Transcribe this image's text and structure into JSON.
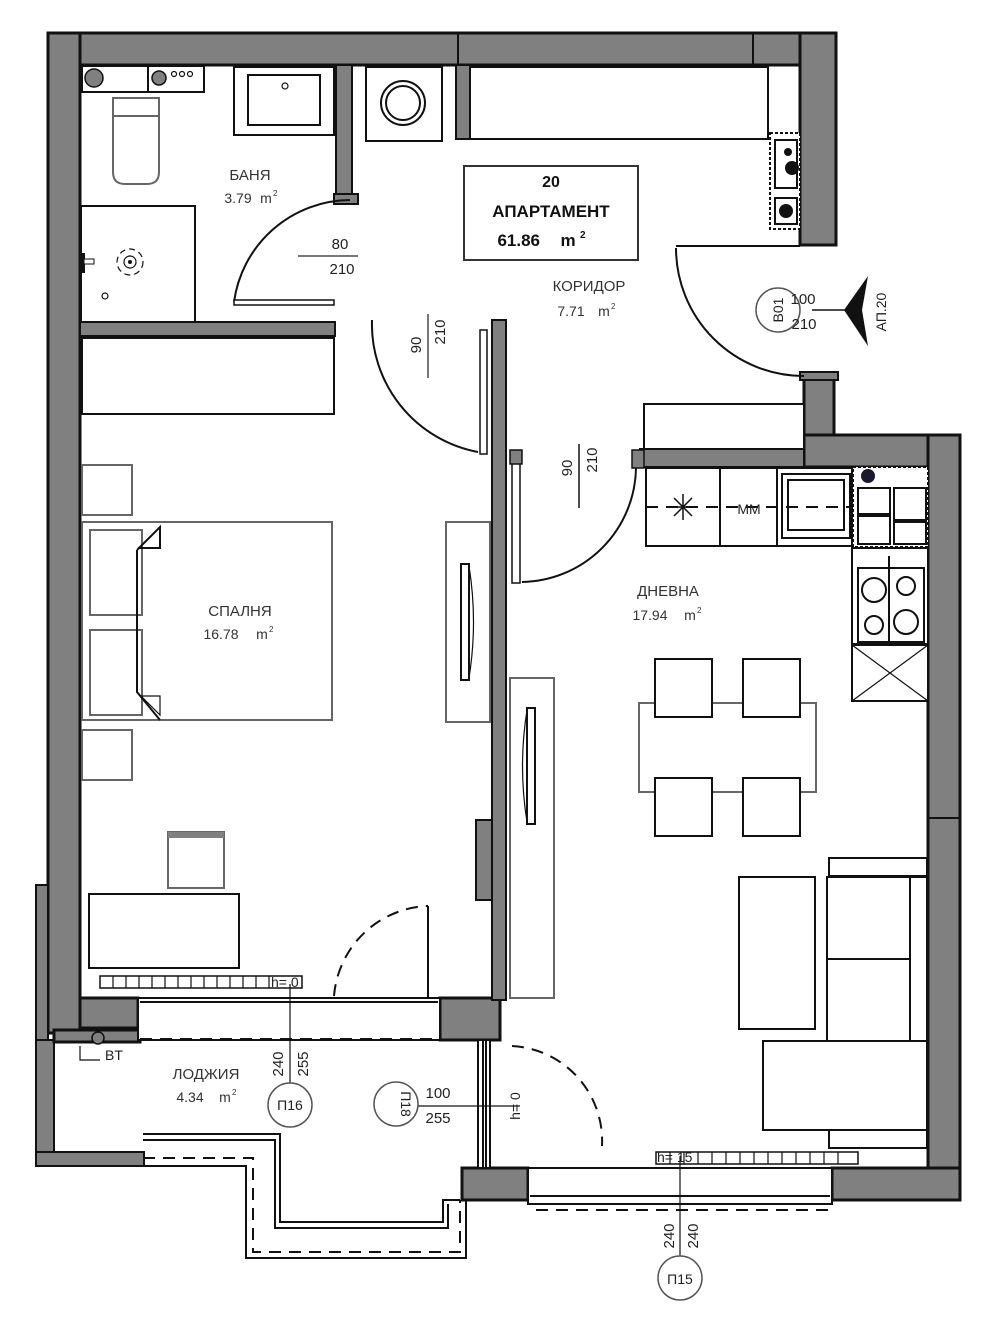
{
  "plan": {
    "apartment": {
      "number": "20",
      "label": "АПАРТАМЕНТ",
      "area": "61.86",
      "unit": "m",
      "unit_sup": "2"
    },
    "rooms": [
      {
        "id": "bathroom",
        "name": "БАНЯ",
        "area": "3.79",
        "unit": "m",
        "sup": "2"
      },
      {
        "id": "corridor",
        "name": "КОРИДОР",
        "area": "7.71",
        "unit": "m",
        "sup": "2"
      },
      {
        "id": "bedroom",
        "name": "СПАЛНЯ",
        "area": "16.78",
        "unit": "m",
        "sup": "2"
      },
      {
        "id": "living",
        "name": "ДНЕВНА",
        "area": "17.94",
        "unit": "m",
        "sup": "2"
      },
      {
        "id": "loggia",
        "name": "ЛОДЖИЯ",
        "area": "4.34",
        "unit": "m",
        "sup": "2"
      }
    ],
    "doors": [
      {
        "id": "bathroom-door",
        "width": "80",
        "height": "210"
      },
      {
        "id": "bedroom-door",
        "width": "90",
        "height": "210"
      },
      {
        "id": "living-door",
        "width": "90",
        "height": "210"
      },
      {
        "id": "entrance-door",
        "tag": "B01",
        "width": "100",
        "height": "210"
      },
      {
        "id": "loggia-door",
        "tag": "П18",
        "width": "100",
        "height": "255",
        "sill": "h= 0"
      }
    ],
    "windows": [
      {
        "id": "bedroom-window",
        "tag": "П16",
        "width": "240",
        "height": "255",
        "radiator": "h= 0"
      },
      {
        "id": "living-window",
        "tag": "П15",
        "width": "240",
        "height": "240",
        "radiator": "h= 15"
      }
    ],
    "entrance_marker": "АП.20",
    "kitchen_appliance": "MM",
    "loggia_fixture": "BT",
    "colors": {
      "wall": "#808080",
      "line": "#111111",
      "background": "#ffffff"
    }
  }
}
